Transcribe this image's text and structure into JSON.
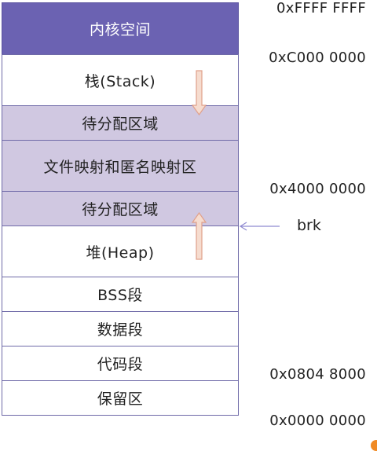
{
  "segments": [
    {
      "label": "内核空间"
    },
    {
      "label": "栈(Stack)"
    },
    {
      "label": "待分配区域"
    },
    {
      "label": "文件映射和匿名映射区"
    },
    {
      "label": "待分配区域"
    },
    {
      "label": "堆(Heap)"
    },
    {
      "label": "BSS段"
    },
    {
      "label": "数据段"
    },
    {
      "label": "代码段"
    },
    {
      "label": "保留区"
    }
  ],
  "addresses": {
    "top": "0xFFFF FFFF",
    "kernel_boundary": "0xC000 0000",
    "mmap_base": "0x4000 0000",
    "code_start": "0x0804 8000",
    "bottom": "0x0000 0000"
  },
  "brk_label": "brk",
  "colors": {
    "kernel": "#6b62b2",
    "light_fill": "#d0c8e1",
    "border": "#6f6aa8",
    "arrow_fill": "#f6dccf",
    "arrow_stroke": "#e0a08a",
    "brk_arrow": "#8f8ad0"
  }
}
